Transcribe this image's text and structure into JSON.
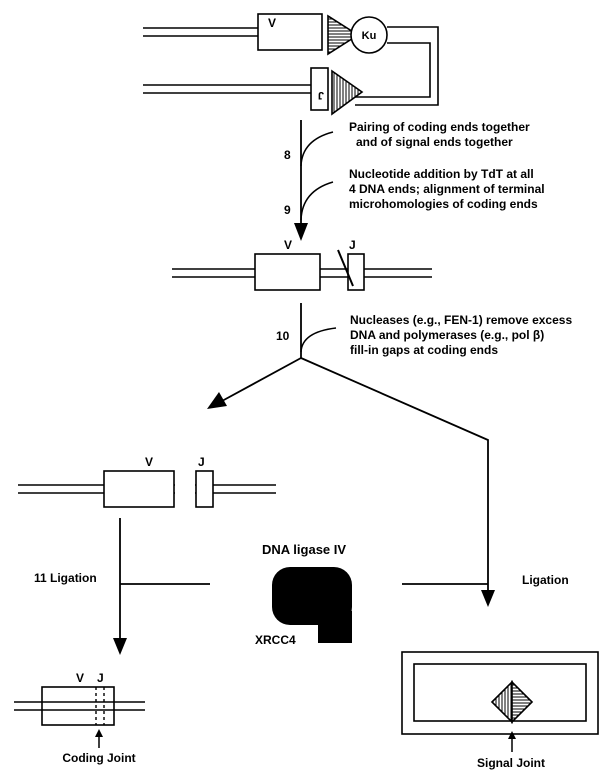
{
  "labels": {
    "segment_v": "V",
    "segment_j": "J",
    "ku": "Ku",
    "rotated_j": "J"
  },
  "steps": {
    "step8": {
      "number": "8",
      "text_line1": "Pairing of coding ends together",
      "text_line2": "and of signal ends together"
    },
    "step9": {
      "number": "9",
      "text_line1": "Nucleotide addition by TdT at all",
      "text_line2": "4 DNA ends; alignment of terminal",
      "text_line3": "microhomologies of coding ends"
    },
    "step10": {
      "number": "10",
      "text_line1": "Nucleases (e.g., FEN-1) remove excess",
      "text_line2": "DNA and polymerases (e.g., pol β)",
      "text_line3": "fill-in gaps at coding ends"
    },
    "step11": {
      "label": "11  Ligation"
    },
    "ligation_right": "Ligation"
  },
  "enzyme": {
    "name": "DNA ligase IV",
    "partner": "XRCC4"
  },
  "products": {
    "coding_joint": "Coding Joint",
    "signal_joint": "Signal Joint"
  },
  "colors": {
    "ink": "#000000",
    "background": "#ffffff"
  }
}
